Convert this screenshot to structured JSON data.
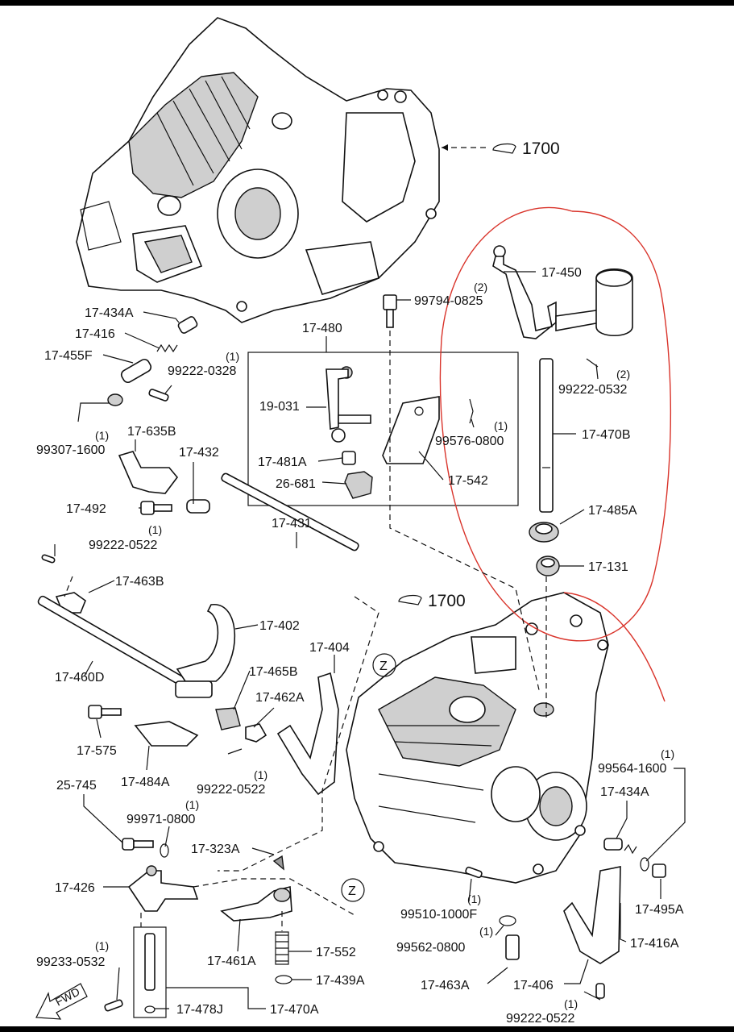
{
  "labels": {
    "ref_1700_top": "1700",
    "ref_1700_mid": "1700",
    "p17450": "17-450",
    "p99794": "99794-0825",
    "q99794": "(2)",
    "p17480": "17-480",
    "p19031": "19-031",
    "p99576": "99576-0800",
    "q99576": "(1)",
    "p17481a": "17-481A",
    "p26681": "26-681",
    "p17542": "17-542",
    "p99222_0532": "99222-0532",
    "q99222_0532": "(2)",
    "p17470b": "17-470B",
    "p17485a": "17-485A",
    "p17131": "17-131",
    "p17434a_top": "17-434A",
    "p17416": "17-416",
    "p17455f": "17-455F",
    "p99222_0328": "99222-0328",
    "q99222_0328": "(1)",
    "p99307": "99307-1600",
    "q99307": "(1)",
    "p17635b": "17-635B",
    "p17432": "17-432",
    "p17492": "17-492",
    "p17431": "17-431",
    "p99222_0522_a": "99222-0522",
    "q99222_0522_a": "(1)",
    "p17463b": "17-463B",
    "p17402": "17-402",
    "p17460d": "17-460D",
    "p17404": "17-404",
    "p17465b": "17-465B",
    "p17462a": "17-462A",
    "p17575": "17-575",
    "p17484a": "17-484A",
    "p99222_0522_b": "99222-0522",
    "q99222_0522_b": "(1)",
    "p25745": "25-745",
    "p99971": "99971-0800",
    "q99971": "(1)",
    "p17323a": "17-323A",
    "p17426": "17-426",
    "p17461a": "17-461A",
    "p17552": "17-552",
    "p99233": "99233-0532",
    "q99233": "(1)",
    "p17439a": "17-439A",
    "p17478j": "17-478J",
    "p17470a": "17-470A",
    "p99564": "99564-1600",
    "q99564": "(1)",
    "p17434a_bot": "17-434A",
    "p17495a": "17-495A",
    "p99510": "99510-1000F",
    "q99510": "(1)",
    "p99562": "99562-0800",
    "q99562": "(1)",
    "p17416a": "17-416A",
    "p17463a": "17-463A",
    "p17406": "17-406",
    "p99222_0522_c": "99222-0522",
    "q99222_0522_c": "(1)",
    "ref_z_1": "Z",
    "ref_z_2": "Z",
    "fwd": "FWD"
  },
  "colors": {
    "line": "#111111",
    "highlight_red": "#d9342b",
    "part_fill": "#ffffff",
    "part_shade": "#cfcfcf"
  }
}
